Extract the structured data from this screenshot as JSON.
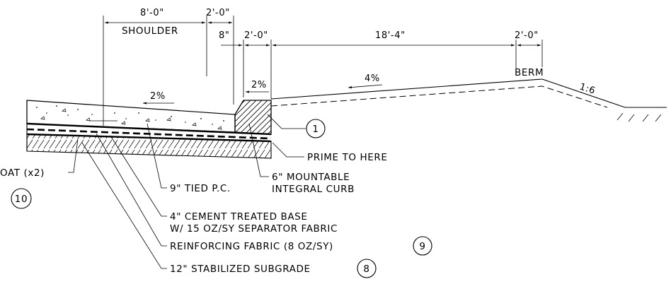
{
  "dimensions": {
    "shoulder_width": "8'-0\"",
    "shoulder_label": "SHOULDER",
    "gutter_width": "2'-0\"",
    "curb_offset": "8\"",
    "curb_width": "2'-0\"",
    "slope_width": "18'-4\"",
    "berm_width": "2'-0\""
  },
  "slopes": {
    "shoulder_slope": "2%",
    "curb_slope": "2%",
    "fill_slope": "4%",
    "side_slope": "1:6",
    "berm_label": "BERM"
  },
  "callouts": {
    "tack_coat": "OAT (x2)",
    "tied_pc": "9\" TIED P.C.",
    "curb_line1": "6\" MOUNTABLE",
    "curb_line2": "INTEGRAL CURB",
    "prime": "PRIME TO HERE",
    "ctb_line1": "4\" CEMENT TREATED BASE",
    "ctb_line2": "W/ 15 OZ/SY SEPARATOR FABRIC",
    "reinforcing": "REINFORCING FABRIC (8 OZ/SY)",
    "subgrade": "12\" STABILIZED SUBGRADE"
  },
  "notes": {
    "note_1": "1",
    "note_8": "8",
    "note_9": "9",
    "note_10": "10"
  }
}
